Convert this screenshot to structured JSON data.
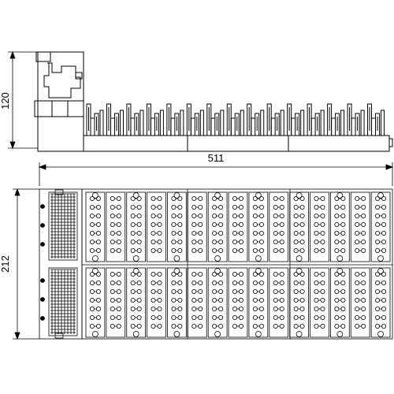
{
  "dimensions": {
    "side_height": "120",
    "overall_width": "511",
    "plan_depth": "212"
  },
  "layout_notes": {
    "side_view_slot_count": 15,
    "plan_module_count": 15,
    "plan_rows": 2
  }
}
